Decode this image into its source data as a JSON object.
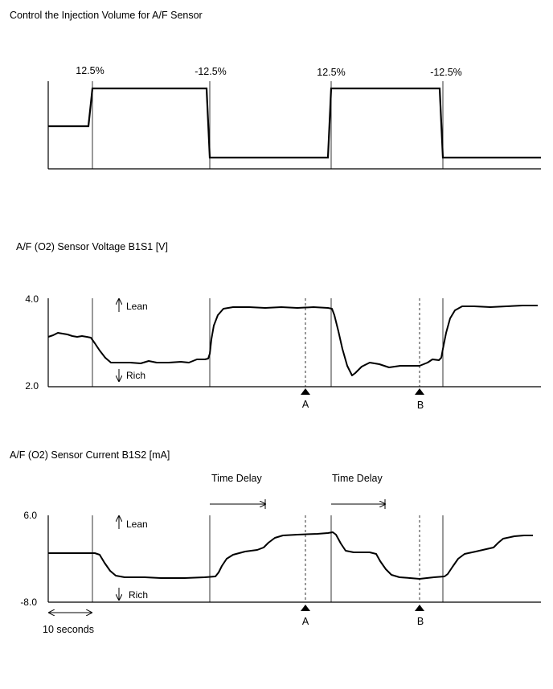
{
  "injection": {
    "title": "Control the Injection Volume for A/F Sensor",
    "step_labels": [
      "12.5%",
      "-12.5%",
      "12.5%",
      "-12.5%"
    ]
  },
  "voltage": {
    "title": "A/F (O2) Sensor Voltage B1S1 [V]",
    "y_top_label": "4.0",
    "y_bottom_label": "2.0",
    "lean_label": "Lean",
    "rich_label": "Rich",
    "marker_a": "A",
    "marker_b": "B"
  },
  "current": {
    "title": "A/F (O2) Sensor Current B1S2 [mA]",
    "y_top_label": "6.0",
    "y_bottom_label": "-8.0",
    "lean_label": "Lean",
    "rich_label": "Rich",
    "time_delay_1": "Time Delay",
    "time_delay_2": "Time Delay",
    "marker_a": "A",
    "marker_b": "B",
    "scale_label": "10 seconds"
  },
  "colors": {
    "line": "#000000",
    "background": "#ffffff"
  }
}
